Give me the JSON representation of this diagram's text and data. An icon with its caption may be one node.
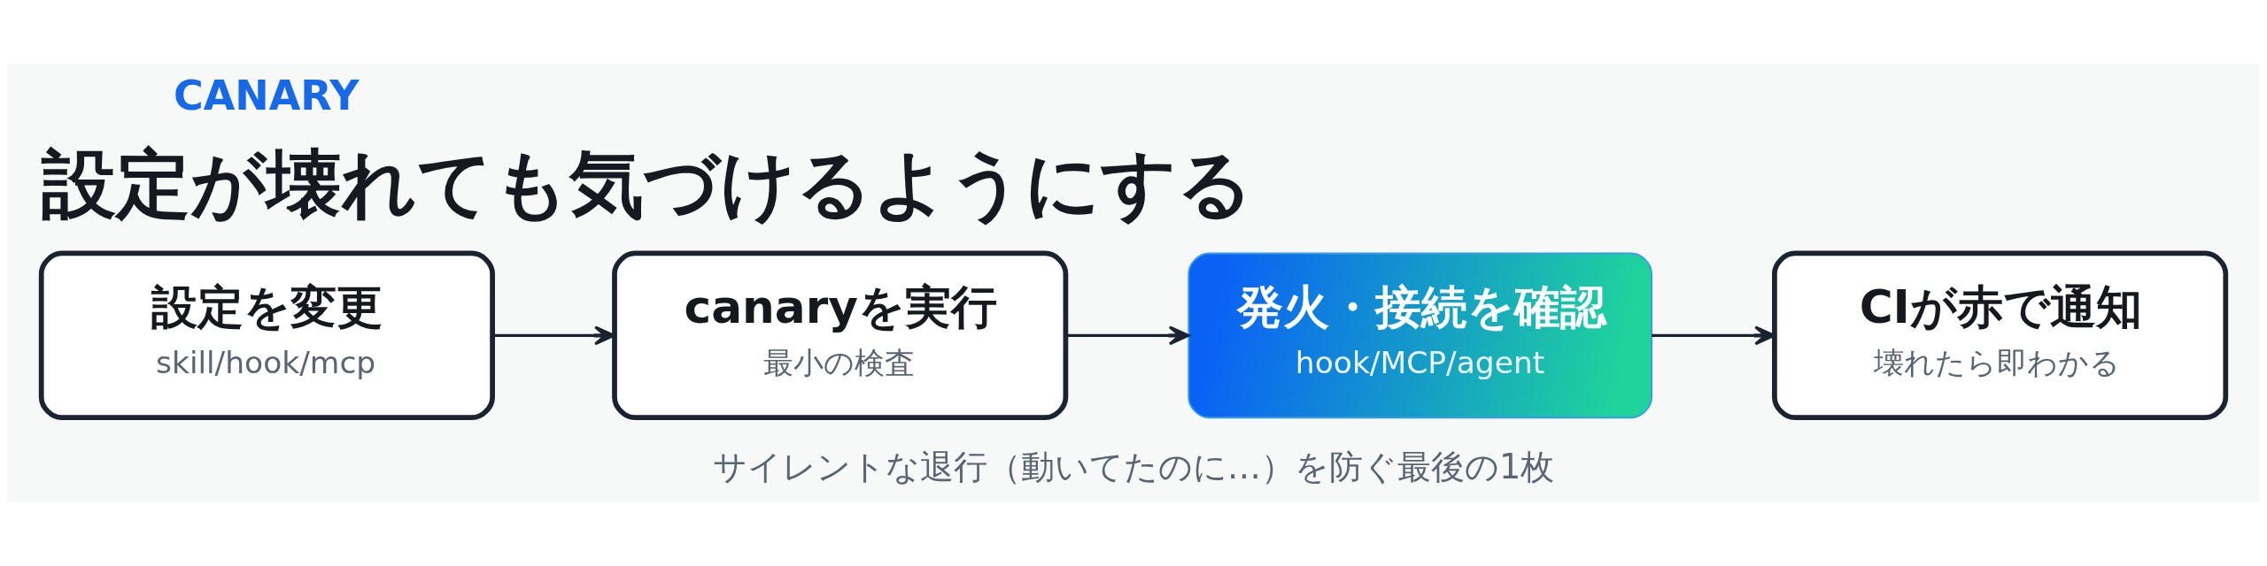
{
  "diagram": {
    "title": "設定が壊れても気づけるようにする",
    "caption": "サイレントな退行（動いてたのに…）を防ぐ最後の1枚",
    "nodes": [
      {
        "text": [
          "設定を変更",
          "skill/hook/mcp"
        ]
      },
      {
        "text": [
          "canaryを実行",
          "最小の検査"
        ]
      },
      {
        "text": [
          "発火・接続を確認",
          "hook/MCP/agent"
        ]
      },
      {
        "text": [
          "CIが赤で通知",
          "壊れたら即わかる"
        ]
      }
    ],
    "edges": [
      {
        "from": 0,
        "to": 1,
        "arrow": "to"
      },
      {
        "from": 1,
        "to": 2,
        "arrow": "to"
      },
      {
        "from": 2,
        "to": 3,
        "arrow": "to"
      }
    ],
    "labels": [
      "CANARY"
    ]
  }
}
